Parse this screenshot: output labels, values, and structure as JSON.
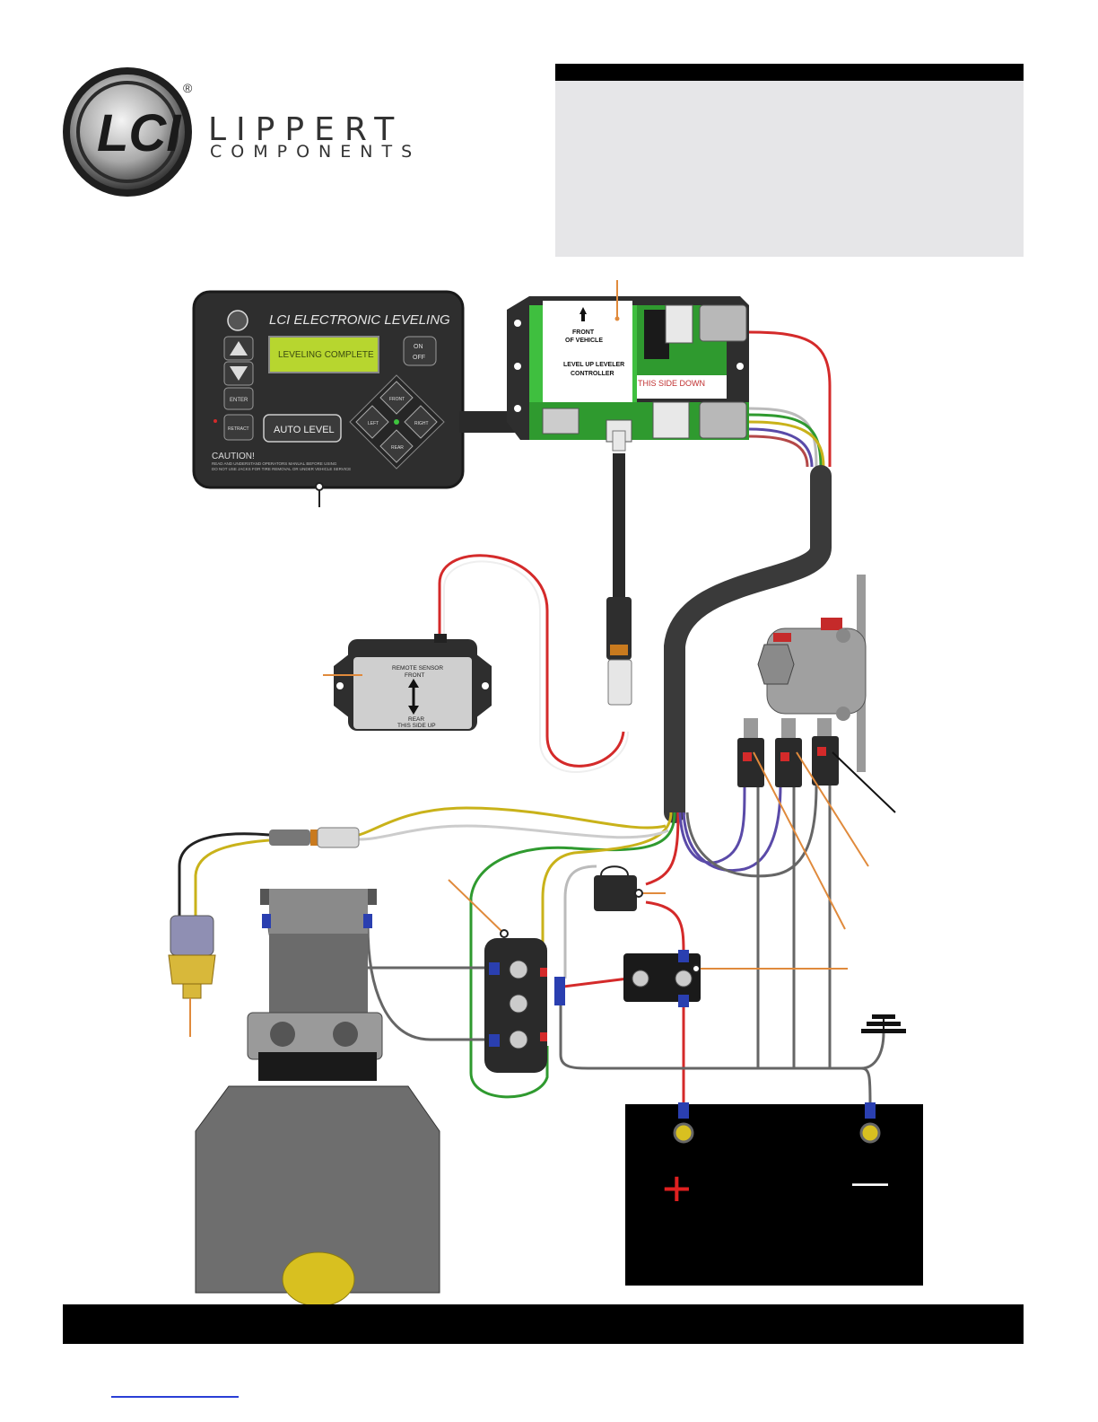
{
  "brand": {
    "name_line1": "LIPPERT",
    "name_line2": "COMPONENTS",
    "registered": "®",
    "logo_letters": "LCI"
  },
  "keypad": {
    "title": "LCI ELECTRONIC LEVELING",
    "display": "LEVELING COMPLETE",
    "on_off": "ON\nOFF",
    "on_label": "ON",
    "off_label": "OFF",
    "enter": "ENTER",
    "retract": "RETRACT",
    "auto_level": "AUTO LEVEL",
    "front": "FRONT",
    "rear": "REAR",
    "left": "LEFT",
    "right": "RIGHT",
    "caution_title": "CAUTION!",
    "caution_line1": "READ AND UNDERSTAND OPERATORS MANUAL BEFORE USING",
    "caution_line2": "DO NOT USE JACKS FOR TIRE REMOVAL OR UNDER VEHICLE SERVICE"
  },
  "controller": {
    "front_line1": "FRONT",
    "front_line2": "OF VEHICLE",
    "name_line1": "LEVEL UP LEVELER",
    "name_line2": "CONTROLLER",
    "side_down": "THIS SIDE DOWN"
  },
  "sensor": {
    "line1": "REMOTE SENSOR",
    "line2": "FRONT",
    "line3": "REAR",
    "line4": "THIS SIDE UP"
  },
  "battery": {
    "positive": "+",
    "negative": "—"
  },
  "colors": {
    "wire_red": "#d42a2a",
    "wire_green": "#2f9a2f",
    "wire_yellow": "#c9b21a",
    "wire_purple": "#5a4aa8",
    "wire_gray": "#666666",
    "wire_white": "#dddddd",
    "leader_orange": "#e08a3c",
    "lcd_green": "#b7d62f"
  }
}
